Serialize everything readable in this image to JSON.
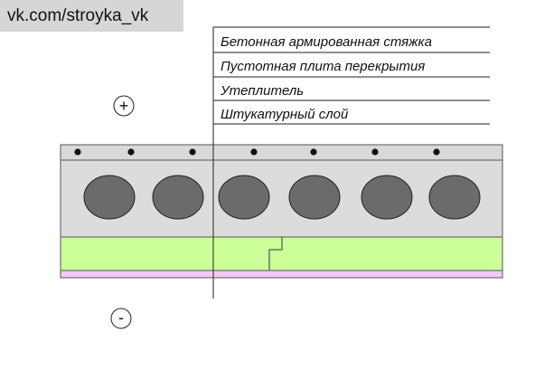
{
  "watermark": "vk.com/stroyka_vk",
  "layers": [
    {
      "label": "Бетонная армированная стяжка",
      "color": "#d9d9d9"
    },
    {
      "label": "Пустотная плита перекрытия",
      "color": "#dcdcdc"
    },
    {
      "label": "Утеплитель",
      "color": "#ccff99"
    },
    {
      "label": "Штукатурный слой",
      "color": "#f5c8f5"
    }
  ],
  "voids_color": "#6b6b6b",
  "signs": {
    "top": "+",
    "bottom": "-"
  }
}
